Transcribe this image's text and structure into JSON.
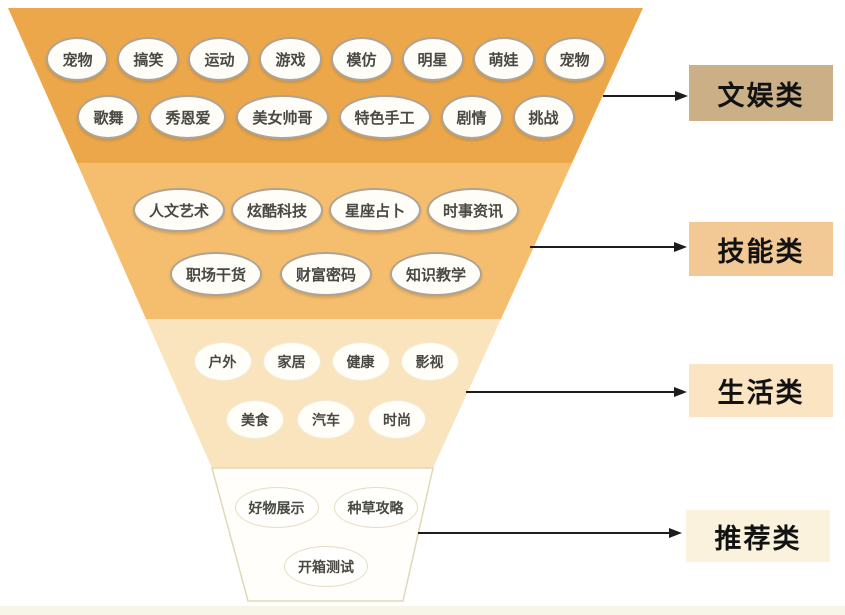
{
  "diagram": {
    "type": "funnel",
    "arrow_icon": "arrow-right-icon",
    "arrow_color": "#1C1C1C",
    "base_strip_color": "#F7F4E8",
    "tier4_outline_color": "#DFD8BA",
    "tiers": [
      {
        "label": "文娱类",
        "label_color": "#CBAF87",
        "fill": "#EDA74B",
        "rows": [
          [
            "宠物",
            "搞笑",
            "运动",
            "游戏",
            "模仿",
            "明星",
            "萌娃",
            "宠物"
          ],
          [
            "歌舞",
            "秀恩爱",
            "美女帅哥",
            "特色手工",
            "剧情",
            "挑战"
          ]
        ]
      },
      {
        "label": "技能类",
        "label_color": "#F2C994",
        "fill": "#F5BD6E",
        "rows": [
          [
            "人文艺术",
            "炫酷科技",
            "星座占卜",
            "时事资讯"
          ],
          [
            "职场干货",
            "财富密码",
            "知识教学"
          ]
        ]
      },
      {
        "label": "生活类",
        "label_color": "#FBE4C2",
        "fill": "#FAE4BE",
        "rows": [
          [
            "户外",
            "家居",
            "健康",
            "影视"
          ],
          [
            "美食",
            "汽车",
            "时尚"
          ]
        ]
      },
      {
        "label": "推荐类",
        "label_color": "#FAF2DD",
        "fill": "#FFFEFA",
        "rows": [
          [
            "好物展示",
            "种草攻略"
          ],
          [
            "开箱测试"
          ]
        ]
      }
    ]
  }
}
